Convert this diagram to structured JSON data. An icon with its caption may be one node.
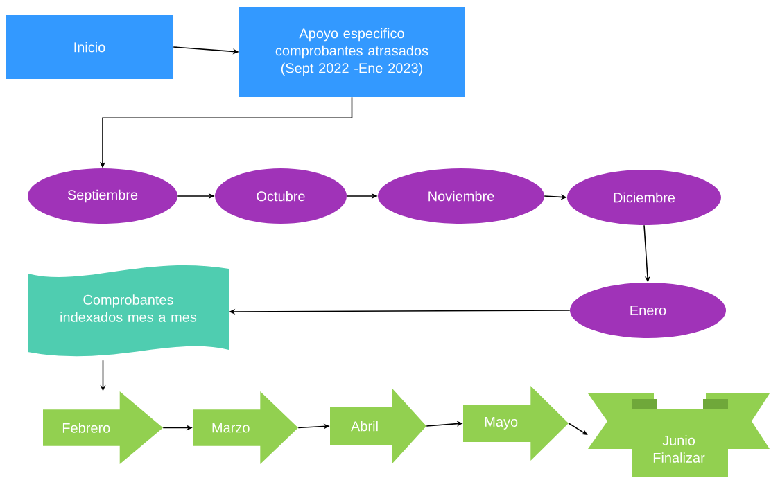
{
  "diagram": {
    "nodes": [
      {
        "text": [
          "Inicio"
        ]
      },
      {
        "text": [
          "Apoyo especifico comprobantes atrasados (Sept 2022 -Ene 2023)"
        ]
      },
      {
        "text": [
          "Septiembre"
        ]
      },
      {
        "text": [
          "Octubre"
        ]
      },
      {
        "text": [
          "Noviembre"
        ]
      },
      {
        "text": [
          "Diciembre"
        ]
      },
      {
        "text": [
          "Enero"
        ]
      },
      {
        "text": [
          "Comprobantes indexados mes a mes"
        ]
      },
      {
        "text": [
          "Febrero"
        ]
      },
      {
        "text": [
          "Marzo"
        ]
      },
      {
        "text": [
          "Abril"
        ]
      },
      {
        "text": [
          "Mayo"
        ]
      },
      {
        "text": [
          "Junio Finalizar"
        ]
      }
    ],
    "edges": [
      {
        "from": 0,
        "to": 1,
        "arrow": "to"
      },
      {
        "from": 1,
        "to": 2,
        "arrow": "to"
      },
      {
        "from": 2,
        "to": 3,
        "arrow": "to"
      },
      {
        "from": 3,
        "to": 4,
        "arrow": "to"
      },
      {
        "from": 4,
        "to": 5,
        "arrow": "to"
      },
      {
        "from": 5,
        "to": 6,
        "arrow": "to"
      },
      {
        "from": 6,
        "to": 7,
        "arrow": "to"
      },
      {
        "from": 7,
        "to": 8,
        "arrow": "to"
      },
      {
        "from": 8,
        "to": 9,
        "arrow": "to"
      },
      {
        "from": 9,
        "to": 10,
        "arrow": "to"
      },
      {
        "from": 10,
        "to": 11,
        "arrow": "to"
      },
      {
        "from": 11,
        "to": 12,
        "arrow": "to"
      }
    ]
  }
}
